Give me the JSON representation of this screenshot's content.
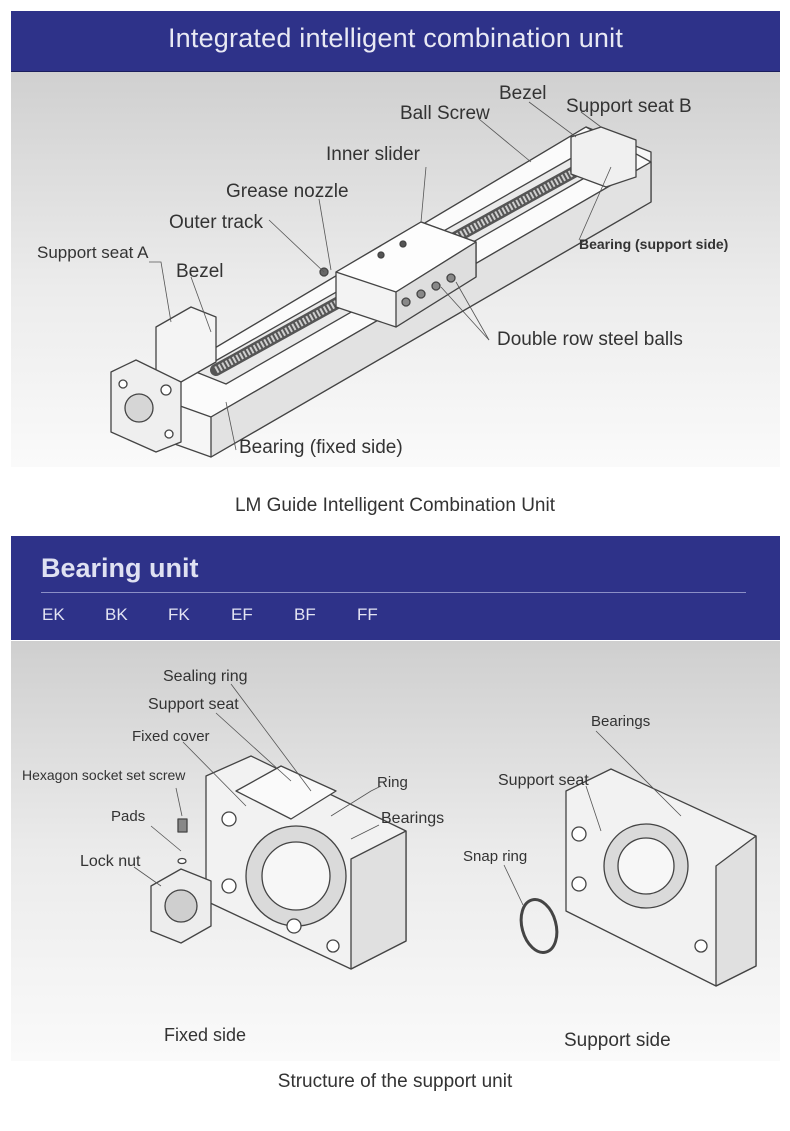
{
  "section1": {
    "title": "Integrated intelligent combination unit",
    "labels": {
      "bezel_top": "Bezel",
      "ball_screw": "Ball Screw",
      "support_seat_b": "Support seat B",
      "inner_slider": "Inner slider",
      "grease_nozzle": "Grease nozzle",
      "outer_track": "Outer track",
      "bearing_support": "Bearing (support side)",
      "support_seat_a": "Support seat A",
      "bezel_left": "Bezel",
      "double_row": "Double row steel balls",
      "bearing_fixed": "Bearing (fixed side)"
    },
    "caption": "LM Guide Intelligent Combination Unit"
  },
  "section2": {
    "title": "Bearing unit",
    "types": [
      "EK",
      "BK",
      "FK",
      "EF",
      "BF",
      "FF"
    ],
    "labels": {
      "sealing_ring": "Sealing ring",
      "support_seat": "Support seat",
      "fixed_cover": "Fixed cover",
      "hex_screw": "Hexagon socket set screw",
      "ring": "Ring",
      "pads": "Pads",
      "bearings_left": "Bearings",
      "lock_nut": "Lock nut",
      "bearings_right": "Bearings",
      "support_seat_right": "Support seat",
      "snap_ring": "Snap ring",
      "fixed_side": "Fixed side",
      "support_side": "Support side"
    },
    "caption": "Structure of the support unit"
  },
  "colors": {
    "banner": "#2e3289",
    "line_art": "#444444"
  }
}
